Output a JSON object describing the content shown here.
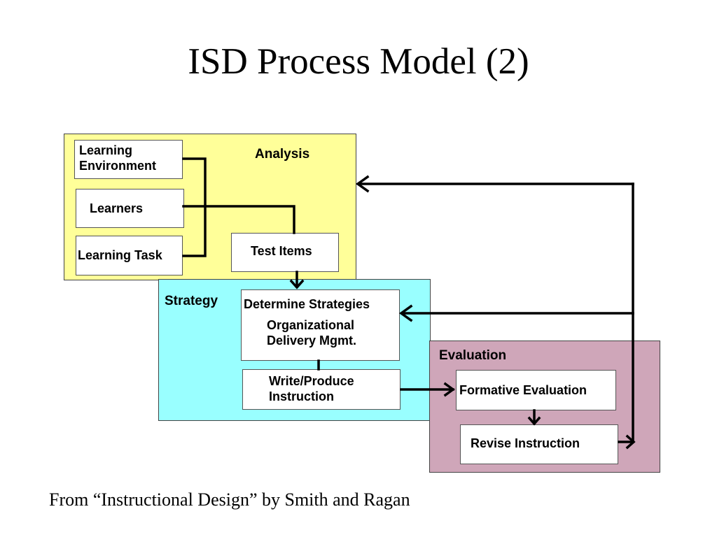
{
  "slide": {
    "title": "ISD Process Model (2)",
    "caption": "From “Instructional Design” by Smith and Ragan"
  },
  "diagram": {
    "colors": {
      "analysis": "#ffff99",
      "strategy": "#99ffff",
      "evaluation": "#cfa6b9",
      "line": "#000000"
    },
    "regions": {
      "analysis": "Analysis",
      "strategy": "Strategy",
      "evaluation": "Evaluation"
    },
    "boxes": {
      "learning_environment": [
        "Learning",
        "Environment"
      ],
      "learners": "Learners",
      "learning_task": "Learning Task",
      "test_items": "Test Items",
      "determine_strategies": "Determine Strategies",
      "organizational_delivery": [
        "Organizational",
        "Delivery Mgmt."
      ],
      "write_produce": [
        "Write/Produce",
        "Instruction"
      ],
      "formative_evaluation": "Formative Evaluation",
      "revise_instruction": "Revise Instruction"
    }
  }
}
